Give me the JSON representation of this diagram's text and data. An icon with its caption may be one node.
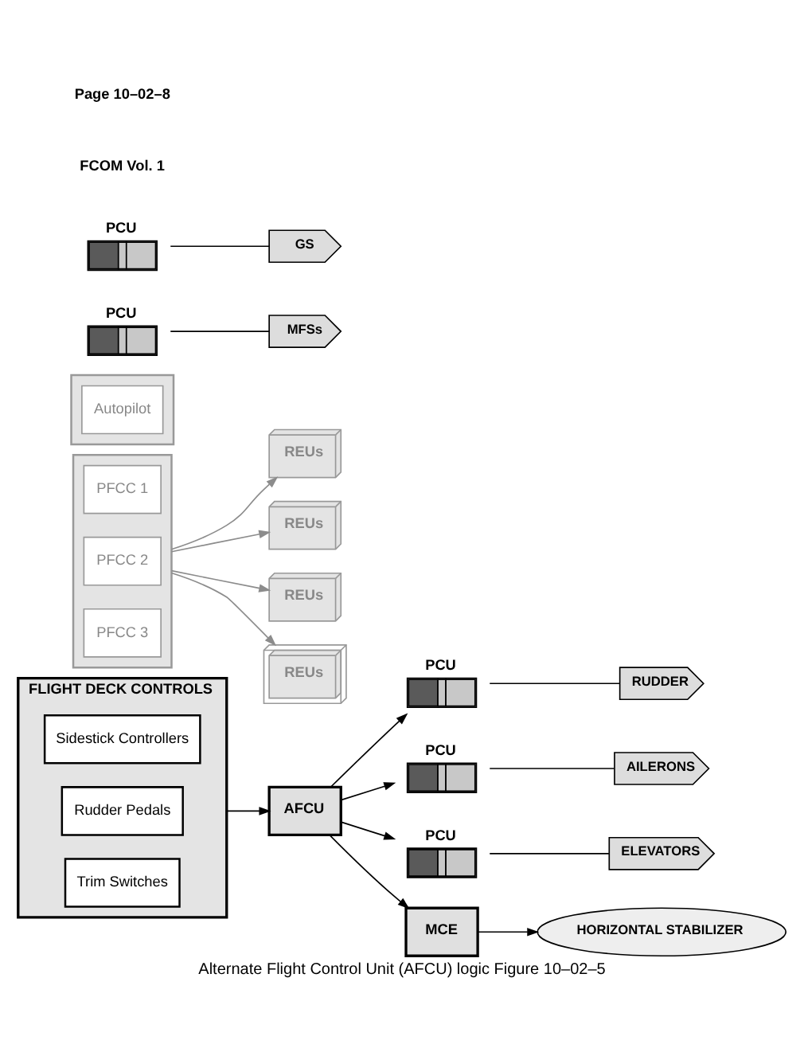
{
  "diagram": {
    "caption": "Alternate Flight Control Unit (AFCU) logic Figure 10–02–5",
    "nodes": [
      {
        "text": [
          "FLIGHT DECK CONTROLS"
        ]
      },
      {
        "text": [
          "Sidestick Controllers"
        ],
        "in": 0
      },
      {
        "text": [
          "Rudder Pedals"
        ],
        "in": 0
      },
      {
        "text": [
          "Trim Switches"
        ],
        "in": 0
      },
      {
        "text": [
          "AFCU"
        ]
      },
      {
        "text": [
          "REUs"
        ]
      },
      {
        "text": [
          "REUs"
        ]
      },
      {
        "text": [
          "REUs"
        ]
      },
      {
        "text": [
          "REUs"
        ]
      },
      {
        "text": [],
        "shape": "box"
      },
      {
        "text": [
          "PFCC 1"
        ],
        "in": 9
      },
      {
        "text": [
          "PFCC 2"
        ],
        "in": 9
      },
      {
        "text": [
          "PFCC 3"
        ],
        "in": 9
      },
      {
        "text": [],
        "shape": "box"
      },
      {
        "text": [
          "Autopilot"
        ],
        "in": 13
      },
      {
        "text": [
          "PCU"
        ]
      },
      {
        "text": [
          "PCU"
        ]
      },
      {
        "text": [
          "PCU"
        ]
      },
      {
        "text": [
          "PCU"
        ]
      },
      {
        "text": [
          "PCU"
        ]
      },
      {
        "text": [
          "RUDDER"
        ]
      },
      {
        "text": [
          "AILERONS"
        ]
      },
      {
        "text": [
          "ELEVATORS"
        ]
      },
      {
        "text": [
          "MFSs"
        ]
      },
      {
        "text": [
          "GS"
        ]
      },
      {
        "text": [
          "MCE"
        ]
      },
      {
        "text": [
          "HORIZONTAL STABILIZER"
        ]
      }
    ],
    "edges": [
      {
        "from": 0,
        "to": 4,
        "arrow": "to"
      },
      {
        "from": 9,
        "to": 5,
        "arrow": "to",
        "color": "#8c8c8c"
      },
      {
        "from": 9,
        "to": 6,
        "arrow": "to",
        "color": "#8c8c8c"
      },
      {
        "from": 9,
        "to": 7,
        "arrow": "to",
        "color": "#8c8c8c"
      },
      {
        "from": 9,
        "to": 8,
        "arrow": "to",
        "color": "#8c8c8c"
      },
      {
        "from": 4,
        "to": 15,
        "arrow": "to"
      },
      {
        "from": 4,
        "to": 16,
        "arrow": "to"
      },
      {
        "from": 4,
        "to": 17,
        "arrow": "to"
      },
      {
        "from": 4,
        "to": 25,
        "arrow": "to"
      },
      {
        "from": 15,
        "to": 20,
        "arrow": "none"
      },
      {
        "from": 16,
        "to": 21,
        "arrow": "none"
      },
      {
        "from": 17,
        "to": 22,
        "arrow": "none"
      },
      {
        "from": 18,
        "to": 23,
        "arrow": "none"
      },
      {
        "from": 19,
        "to": 24,
        "arrow": "none"
      },
      {
        "from": 25,
        "to": 26,
        "arrow": "to"
      }
    ],
    "labels": [
      "Page 10–02–8",
      "FCOM Vol. 1"
    ]
  }
}
